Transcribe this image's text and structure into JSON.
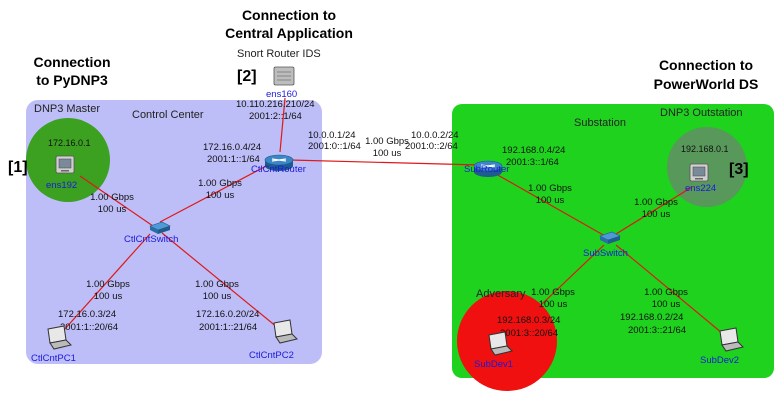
{
  "colors": {
    "control_center_bg": "#BDBDF7",
    "substation_bg": "#1ED21E",
    "master_circle": "#3CA020",
    "outstation_circle": "#58985A",
    "adversary_circle": "#F01010",
    "link": "#E01818",
    "node_label": "#1A1ADC"
  },
  "callouts": {
    "c1": "[1]",
    "c2": "[2]",
    "c3": "[3]",
    "pydnp3_l1": "Connection",
    "pydnp3_l2": "to PyDNP3",
    "central_l1": "Connection to",
    "central_l2": "Central Application",
    "powerworld_l1": "Connection to",
    "powerworld_l2": "PowerWorld DS"
  },
  "areas": {
    "control_center": "Control Center",
    "substation": "Substation",
    "dnp3_master": "DNP3 Master",
    "dnp3_outstation": "DNP3 Outstation",
    "snort": "Snort Router IDS",
    "adversary": "Adversary"
  },
  "nodes": {
    "ens192": {
      "label": "ens192",
      "icon": "desktop-icon",
      "ip": "172.16.0.1"
    },
    "ens160": {
      "label": "ens160",
      "icon": "server-icon"
    },
    "ctlcnt_router": {
      "label": "CtlCntRouter",
      "icon": "router-icon"
    },
    "ctlcnt_switch": {
      "label": "CtlCntSwitch",
      "icon": "switch-icon"
    },
    "ctlcnt_pc1": {
      "label": "CtlCntPC1",
      "icon": "laptop-icon"
    },
    "ctlcnt_pc2": {
      "label": "CtlCntPC2",
      "icon": "laptop-icon"
    },
    "sub_router": {
      "label": "SubRouter",
      "icon": "router-icon"
    },
    "sub_switch": {
      "label": "SubSwitch",
      "icon": "switch-icon"
    },
    "ens224": {
      "label": "ens224",
      "icon": "desktop-icon",
      "ip": "192.168.0.1"
    },
    "subdev1": {
      "label": "SubDev1",
      "icon": "laptop-icon"
    },
    "subdev2": {
      "label": "SubDev2",
      "icon": "laptop-icon"
    }
  },
  "addresses": {
    "ens160_l1": "10.110.216.210/24",
    "ens160_l2": "2001:2::1/64",
    "router_lan_l1": "172.16.0.4/24",
    "router_lan_l2": "2001:1::1/64",
    "router_wan_l1": "10.0.0.1/24",
    "router_wan_l2": "2001:0::1/64",
    "sub_wan_l1": "10.0.0.2/24",
    "sub_wan_l2": "2001:0::2/64",
    "sub_lan_l1": "192.168.0.4/24",
    "sub_lan_l2": "2001:3::1/64",
    "pc1_l1": "172.16.0.3/24",
    "pc1_l2": "2001:1::20/64",
    "pc2_l1": "172.16.0.20/24",
    "pc2_l2": "2001:1::21/64",
    "subdev1_l1": "192.168.0.3/24",
    "subdev1_l2": "2001:3::20/64",
    "subdev2_l1": "192.168.0.2/24",
    "subdev2_l2": "2001:3::21/64"
  },
  "link": {
    "bandwidth": "1.00 Gbps",
    "latency": "100 us"
  }
}
